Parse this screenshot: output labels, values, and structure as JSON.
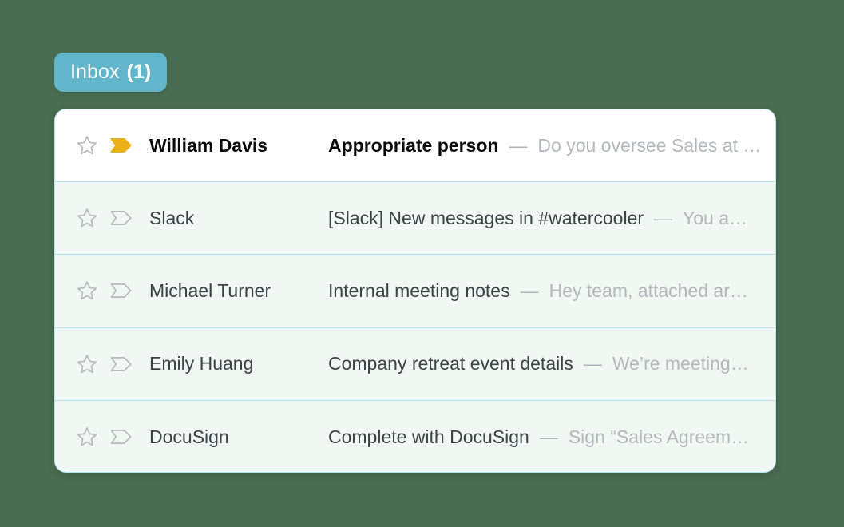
{
  "badge": {
    "label": "Inbox",
    "count": "(1)",
    "color": "#62b6cb",
    "text_color": "#ffffff"
  },
  "page": {
    "background_color": "#4a6c51",
    "card_background": "#ffffff",
    "card_border_color": "#b8e4ee",
    "read_row_background": "#f1f8f3",
    "unread_flag_color": "#eab019"
  },
  "icons": {
    "star": "star-icon",
    "label": "label-icon"
  },
  "messages": [
    {
      "sender": "William Davis",
      "subject": "Appropriate person",
      "separator": "—",
      "preview": "Do you oversee Sales at …",
      "unread": true,
      "flagged": true
    },
    {
      "sender": "Slack",
      "subject": "[Slack] New messages in #watercooler",
      "separator": "—",
      "preview": "You a…",
      "unread": false,
      "flagged": false
    },
    {
      "sender": "Michael Turner",
      "subject": "Internal meeting notes",
      "separator": "—",
      "preview": "Hey team, attached ar…",
      "unread": false,
      "flagged": false
    },
    {
      "sender": "Emily Huang",
      "subject": "Company retreat event details",
      "separator": "—",
      "preview": "We’re meeting…",
      "unread": false,
      "flagged": false
    },
    {
      "sender": "DocuSign",
      "subject": "Complete with DocuSign",
      "separator": "—",
      "preview": "Sign “Sales Agreem…",
      "unread": false,
      "flagged": false
    }
  ]
}
